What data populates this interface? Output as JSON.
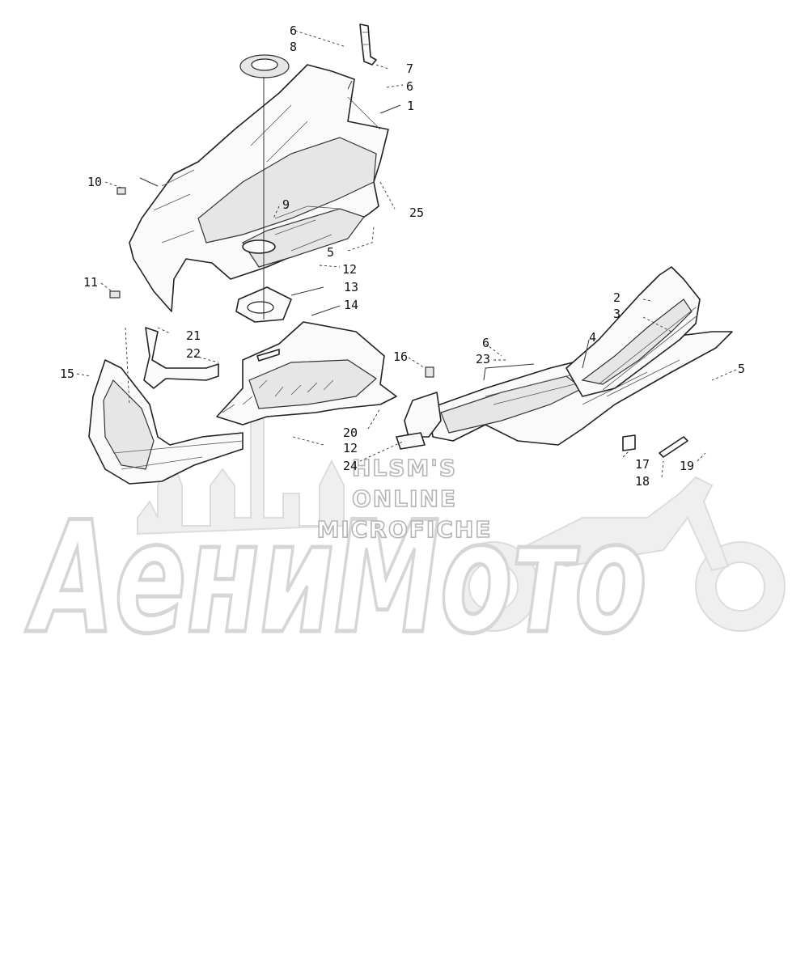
{
  "diagram": {
    "callouts": [
      "1",
      "2",
      "3",
      "4",
      "5",
      "5",
      "6",
      "6",
      "6",
      "7",
      "8",
      "9",
      "10",
      "11",
      "12",
      "12",
      "13",
      "14",
      "15",
      "16",
      "17",
      "18",
      "19",
      "20",
      "21",
      "22",
      "23",
      "24",
      "25"
    ]
  },
  "watermark": {
    "line1": "HLSM'S",
    "line2": "ONLINE",
    "line3": "MICROFICHE",
    "logo": "АениМото"
  }
}
